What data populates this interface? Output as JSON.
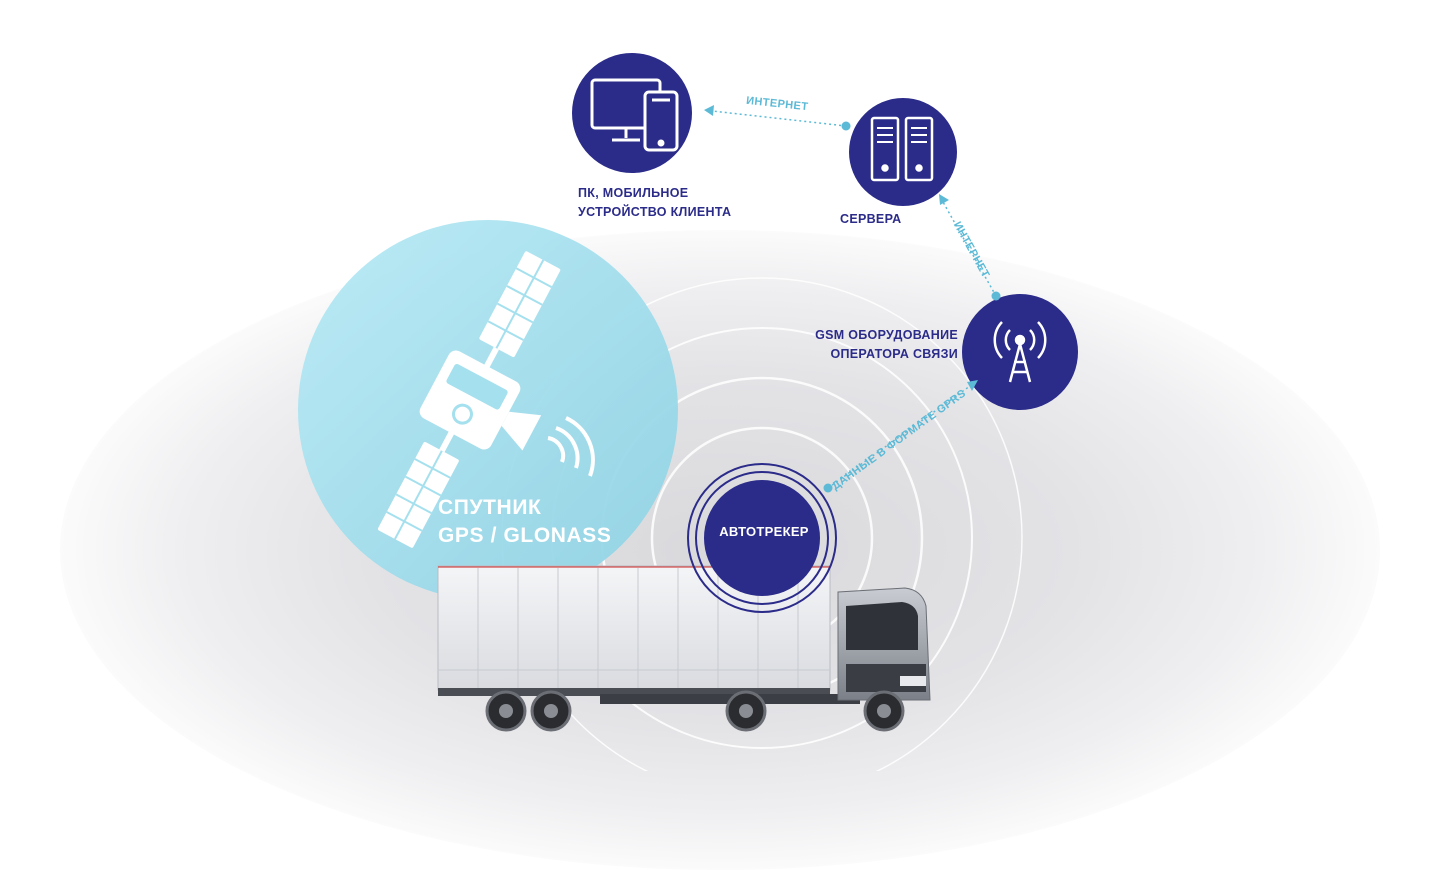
{
  "nodes": {
    "client": {
      "label_line1": "ПК, МОБИЛЬНОЕ",
      "label_line2": "УСТРОЙСТВО  КЛИЕНТА",
      "icon": "monitor-phone-icon"
    },
    "server": {
      "label": "СЕРВЕРА",
      "icon": "server-icon"
    },
    "gsm": {
      "label_line1": "GSM ОБОРУДОВАНИЕ",
      "label_line2": "ОПЕРАТОРА СВЯЗИ",
      "icon": "cell-tower-icon"
    },
    "tracker": {
      "label": "АВТОТРЕКЕР"
    },
    "satellite": {
      "label_line1": "СПУТНИК",
      "label_line2": "GPS / GLONASS",
      "icon": "satellite-icon"
    }
  },
  "connections": [
    {
      "from": "server",
      "to": "client",
      "label": "ИНТЕРНЕТ"
    },
    {
      "from": "gsm",
      "to": "server",
      "label": "ИНТЕРНЕТ"
    },
    {
      "from": "tracker",
      "to": "gsm",
      "label": "ДАННЫЕ В ФОРМАТЕ GPRS"
    }
  ],
  "colors": {
    "node_fill": "#2b2b8a",
    "connector": "#5cbad6",
    "satellite_circle": "#a5e0ee",
    "background_glow": "#dcdcdf"
  },
  "illustrations": {
    "vehicle": "truck-icon"
  }
}
